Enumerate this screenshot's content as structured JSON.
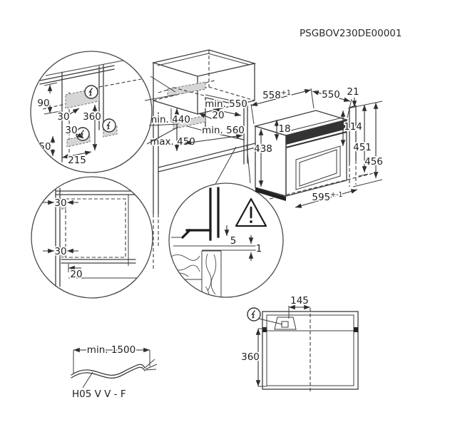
{
  "doc_code": "PSGBOV230DE00001",
  "colors": {
    "line": "#3c3c3c",
    "zone_fill": "#d6d6d6",
    "panel_dark": "#333333"
  },
  "details": {
    "upper_connection": {
      "d90": "90",
      "d30_top": "30",
      "d360": "360",
      "d30_mid": "30",
      "d50": "50",
      "d215": "215"
    },
    "side_clearance": {
      "d30_top": "30",
      "d30_bottom": "30",
      "d20": "20"
    },
    "door_gap": {
      "d5": "5",
      "d1": "1"
    }
  },
  "cabinet": {
    "niche_height_min": "min. 440",
    "niche_height_max": "max. 450",
    "niche_depth_min": "min. 550",
    "rear_gap": "20",
    "niche_width_min": "min. 560"
  },
  "oven": {
    "width": "558",
    "width_tol": "+1",
    "depth": "550",
    "rear_clearance": "21",
    "top_inset": "18",
    "panel_height": "114",
    "height": "451",
    "height_total": "456",
    "body_height": "438",
    "front_width": "595",
    "front_width_tol": "+-1"
  },
  "top_view": {
    "connection_offset": "145",
    "connection_depth": "360"
  },
  "cable": {
    "length": "min. 1500",
    "type": "H05 V V - F"
  }
}
